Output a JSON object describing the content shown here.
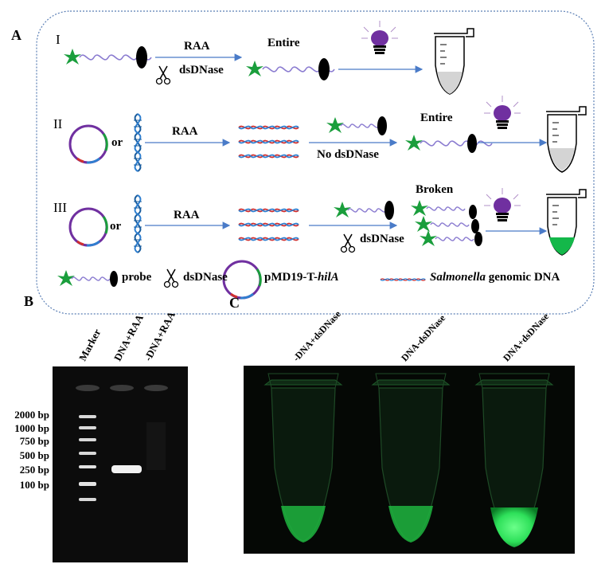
{
  "panels": {
    "a": "A",
    "b": "B",
    "c": "C"
  },
  "rows": [
    {
      "numeral": "I",
      "step_label": "RAA",
      "enzyme_label": "dsDNase",
      "result_label": "Entire"
    },
    {
      "numeral": "II",
      "step_label": "RAA",
      "or_text": "or",
      "enzyme_label": "No dsDNase",
      "result_label": "Entire"
    },
    {
      "numeral": "III",
      "step_label": "RAA",
      "or_text": "or",
      "enzyme_label": "dsDNase",
      "result_label": "Broken"
    }
  ],
  "legend": {
    "probe": "probe",
    "dsdnase": "dsDNase",
    "plasmid_prefix": "pMD19-T-",
    "plasmid_gene": "hilA",
    "genome_species": "Salmonella",
    "genome_suffix": " genomic DNA"
  },
  "gel": {
    "lanes": [
      "Marker",
      "DNA+RAA",
      "-DNA+RAA"
    ],
    "ladder": [
      "2000 bp",
      "1000 bp",
      "750 bp",
      "500 bp",
      "250 bp",
      "100 bp"
    ]
  },
  "tubes": {
    "labels": [
      "-DNA+dsDNase",
      "DNA-dsDNase",
      "DNA+dsDNase"
    ]
  },
  "colors": {
    "probe_green": "#1a9e3c",
    "arrow_blue": "#4a7bc8",
    "bulb_purple": "#7030a0",
    "fluorescence": "#2ee05a",
    "border_blue": "#5b7fb5"
  }
}
